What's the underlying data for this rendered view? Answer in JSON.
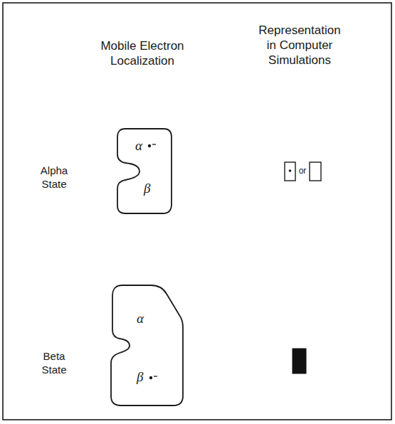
{
  "diagram": {
    "nodes": [
      {
        "text": [
          "α",
          "β"
        ]
      },
      {
        "text": [
          "α",
          "β"
        ]
      }
    ],
    "labels": [
      "Mobile Electron Localization",
      "Representation in Computer Simulations",
      "Alpha State",
      "Beta State",
      "or"
    ]
  }
}
